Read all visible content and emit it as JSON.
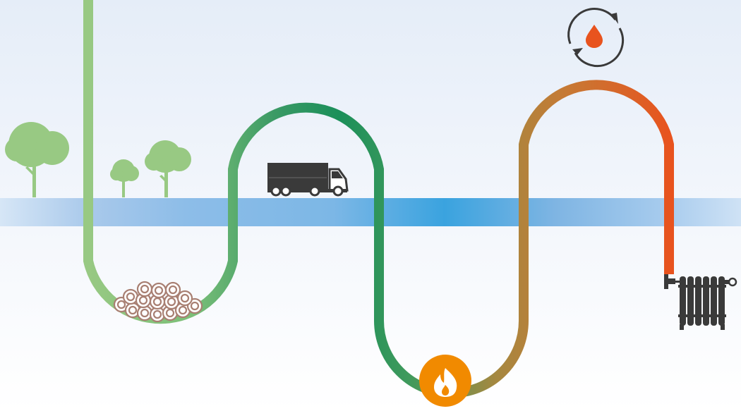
{
  "diagram": {
    "description_free": true,
    "palette": {
      "sky_top": "#e7eef9",
      "sky_bottom": "#ffffff",
      "water_band": "#4aa6df",
      "tree": "#98c983",
      "trunk": "#98c983",
      "pipe_start": "#98c983",
      "pipe_mid": "#1f8f5a",
      "pipe_brown": "#b7853a",
      "pipe_end": "#e8531e",
      "flame_circle": "#f18a00",
      "drop": "#e8531e",
      "vehicle": "#3a3a3a",
      "logs": "#a87f72",
      "radiator": "#3a3a3a"
    },
    "stages": [
      {
        "name": "forest",
        "icon": "trees-icon"
      },
      {
        "name": "logs",
        "icon": "log-pile-icon"
      },
      {
        "name": "transport",
        "icon": "truck-icon"
      },
      {
        "name": "combustion",
        "icon": "flame-icon"
      },
      {
        "name": "heat-cycle",
        "icon": "recycle-drop-icon"
      },
      {
        "name": "heating",
        "icon": "radiator-icon"
      }
    ]
  }
}
